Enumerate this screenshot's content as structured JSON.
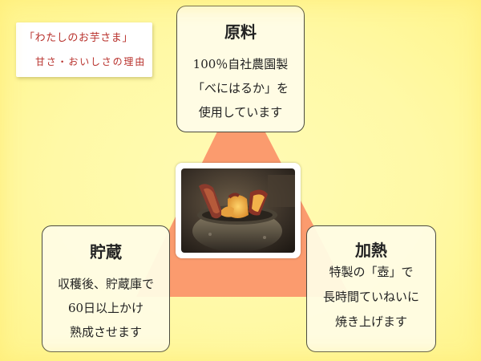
{
  "tag": {
    "line1": "「わたしのお芋さま」",
    "line2": "甘さ・おいしさの理由"
  },
  "cards": {
    "top": {
      "title": "原料",
      "lines": [
        "100％自社農園製",
        "「べにはるか」を",
        "使用しています"
      ]
    },
    "left": {
      "title": "貯蔵",
      "lines": [
        "収穫後、貯蔵庫で",
        "60日以上かけ",
        "熟成させます"
      ]
    },
    "right": {
      "title": "加熱",
      "lines": [
        "特製の「壺」で",
        "長時間ていねいに",
        "焼き上げます"
      ]
    }
  },
  "colors": {
    "background": "#fff9a6",
    "triangle": "#fb9b6e",
    "card_fill": "#fffce4",
    "tag_text": "#b8302b"
  },
  "photo": {
    "subject": "roasted sweet potatoes in a clay pot"
  }
}
